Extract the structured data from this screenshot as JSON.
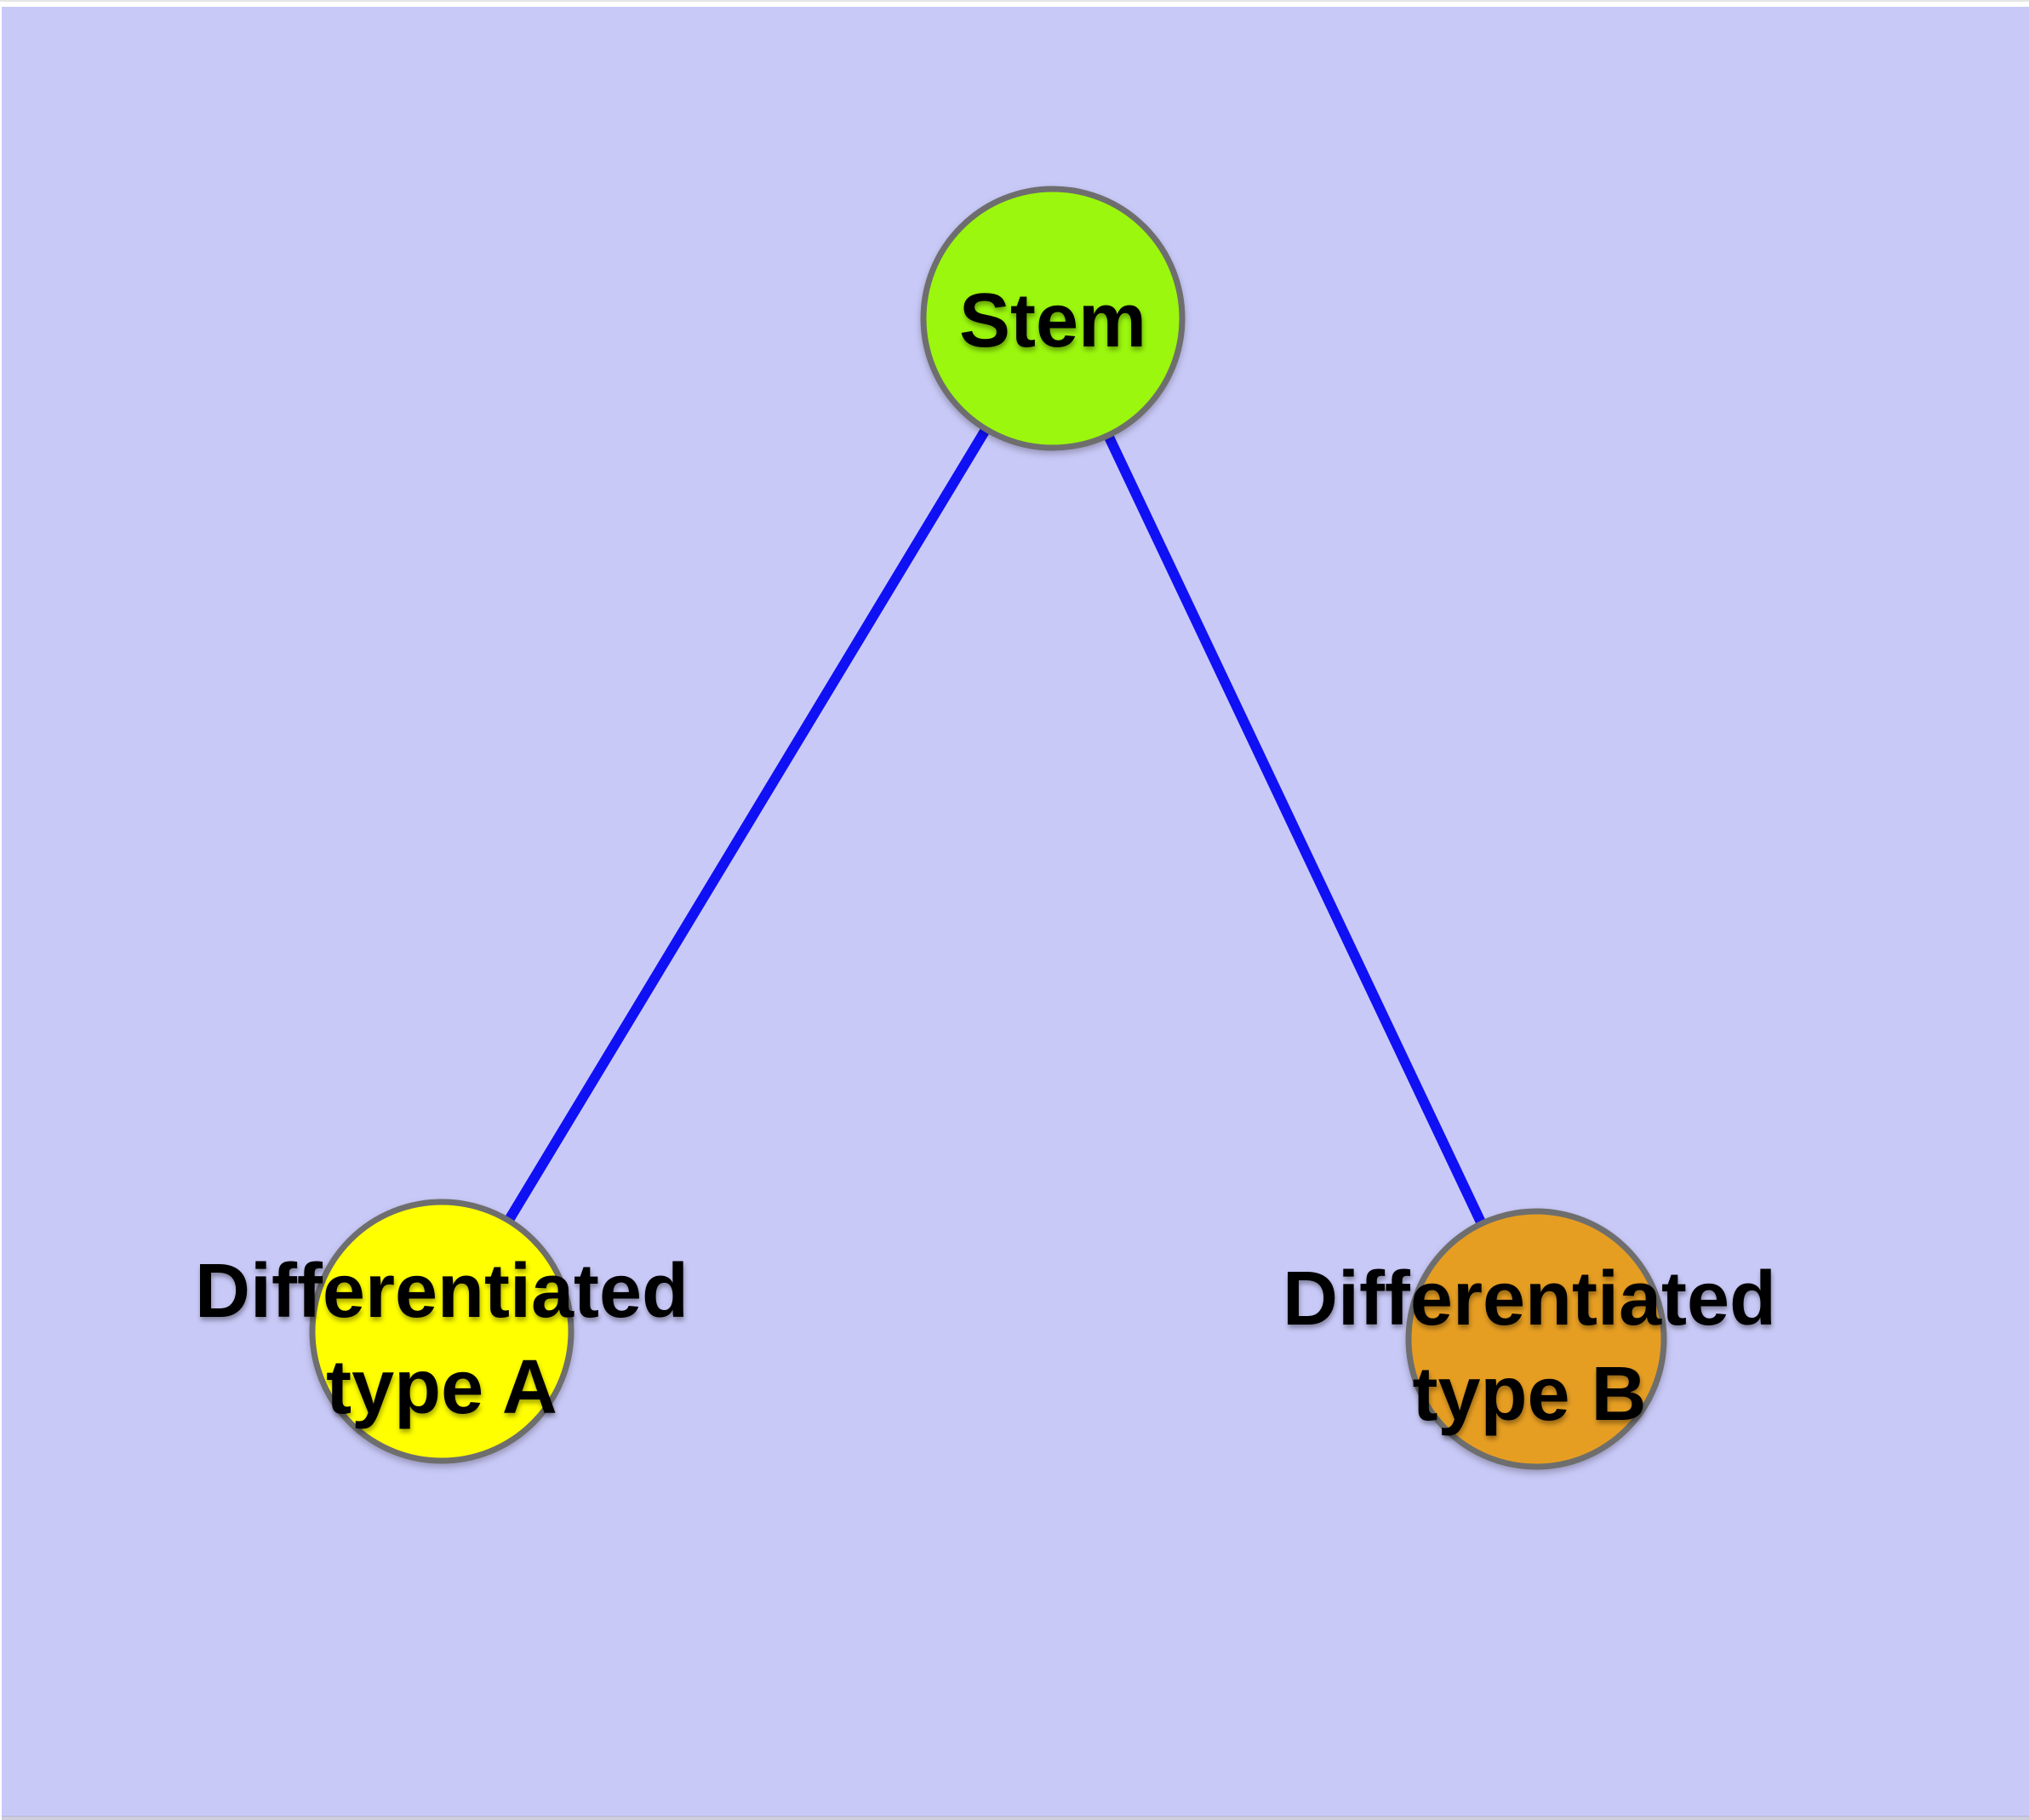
{
  "colors": {
    "background": "#c9c9f8",
    "edge": "#1010f5",
    "node_border": "#6e6e6e",
    "label_text": "#000000"
  },
  "nodes": {
    "stem": {
      "label": "Stem",
      "fill": "#9af707"
    },
    "type_a": {
      "label_line1": "Differentiated",
      "label_line2": "type A",
      "fill": "#ffff00"
    },
    "type_b": {
      "label_line1": "Differentiated",
      "label_line2": "type B",
      "fill": "#e69e22"
    }
  },
  "edges": [
    {
      "from": "Stem",
      "to": "Differentiated type A"
    },
    {
      "from": "Stem",
      "to": "Differentiated type B"
    }
  ]
}
